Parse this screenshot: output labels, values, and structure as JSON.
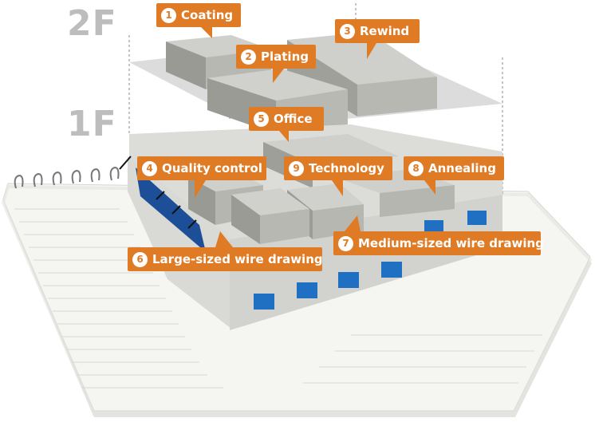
{
  "floors": [
    {
      "id": "2f",
      "label": "2F"
    },
    {
      "id": "1f",
      "label": "1F"
    }
  ],
  "callouts": [
    {
      "num": "1",
      "label": "Coating"
    },
    {
      "num": "2",
      "label": "Plating"
    },
    {
      "num": "3",
      "label": "Rewind"
    },
    {
      "num": "4",
      "label": "Quality control"
    },
    {
      "num": "5",
      "label": "Office"
    },
    {
      "num": "6",
      "label": "Large-sized wire drawing"
    },
    {
      "num": "7",
      "label": "Medium-sized wire drawing"
    },
    {
      "num": "8",
      "label": "Annealing"
    },
    {
      "num": "9",
      "label": "Technology"
    }
  ],
  "colors": {
    "accent": "#e07b25",
    "floor_label": "#bdbdbd",
    "window_blue": "#1f6fc2",
    "block_gray": "#a9a9a4"
  }
}
